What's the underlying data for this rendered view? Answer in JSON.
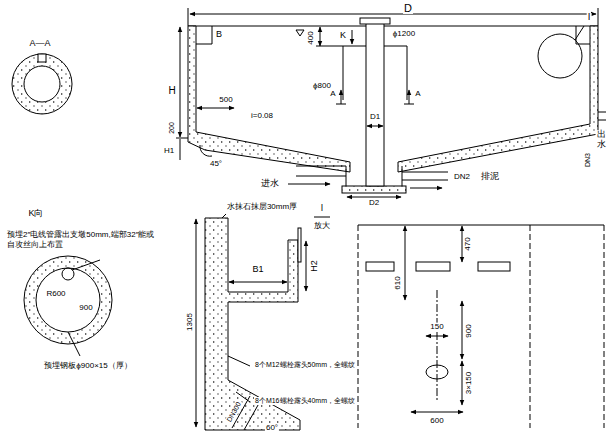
{
  "diagram": {
    "labels": [
      "D",
      "B",
      "K",
      "ϕ1200",
      "400",
      "ϕ800",
      "H",
      "500",
      "i=0.08",
      "A",
      "A",
      "D1",
      "200",
      "H1",
      "45°",
      "进水",
      "D2",
      "DN2",
      "排泥",
      "出水",
      "DN3",
      "Ⅰ",
      "A—A",
      "K向",
      "预埋2″电线管露出支墩50mm,端部32″能或自攻丝向上布置",
      "R600",
      "900",
      "预埋钢板ϕ900×15（厚）",
      "水抹石抹层30mm厚",
      "Ⅰ",
      "放大",
      "1305",
      "B1",
      "H2",
      "8个M12螺栓露头50mm，全螺纹",
      "8个M16螺栓露头40mm，全螺纹",
      "60°",
      "DN300",
      "610",
      "470",
      "150",
      "900",
      "3×150",
      "600"
    ]
  }
}
